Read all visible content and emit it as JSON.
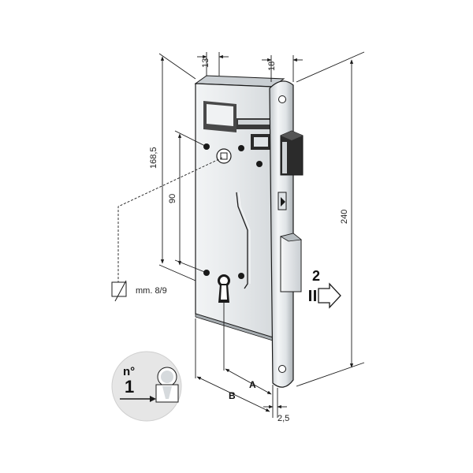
{
  "dimensions": {
    "width_13": "13",
    "width_18": "18",
    "height_168_5": "168,5",
    "height_90": "90",
    "height_240": "240",
    "spindle": "mm. 8/9",
    "label_a": "A",
    "label_b": "B",
    "offset_2_5": "2,5"
  },
  "indicators": {
    "latch_number": "2",
    "key_number_prefix": "n°",
    "key_number": "1"
  },
  "colors": {
    "line": "#1a1a1a",
    "body_fill": "#e9ecee",
    "faceplate_fill": "#d9dde0",
    "bolt_fill": "#2b2b2b",
    "circle_fill": "#e6e6e6"
  }
}
